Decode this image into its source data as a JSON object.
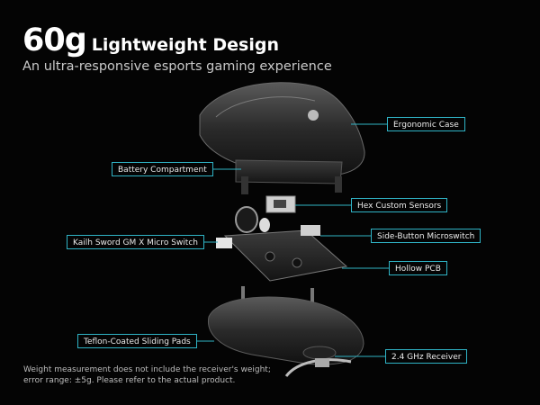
{
  "header": {
    "title_number": "60g",
    "title_rest": "Lightweight Design",
    "subtitle": "An ultra-responsive esports gaming experience"
  },
  "callouts": {
    "ergonomic_case": "Ergonomic Case",
    "battery_compartment": "Battery Compartment",
    "hex_sensors": "Hex Custom Sensors",
    "kailh_switch": "Kailh Sword GM X Micro Switch",
    "side_button": "Side-Button Microswitch",
    "hollow_pcb": "Hollow PCB",
    "teflon_pads": "Teflon-Coated Sliding Pads",
    "receiver": "2.4 GHz Receiver"
  },
  "footnote": "Weight measurement does not include the receiver's weight; error range: ±5g. Please refer to the actual product.",
  "colors": {
    "accent": "#2fb3c5",
    "background": "#040404"
  }
}
